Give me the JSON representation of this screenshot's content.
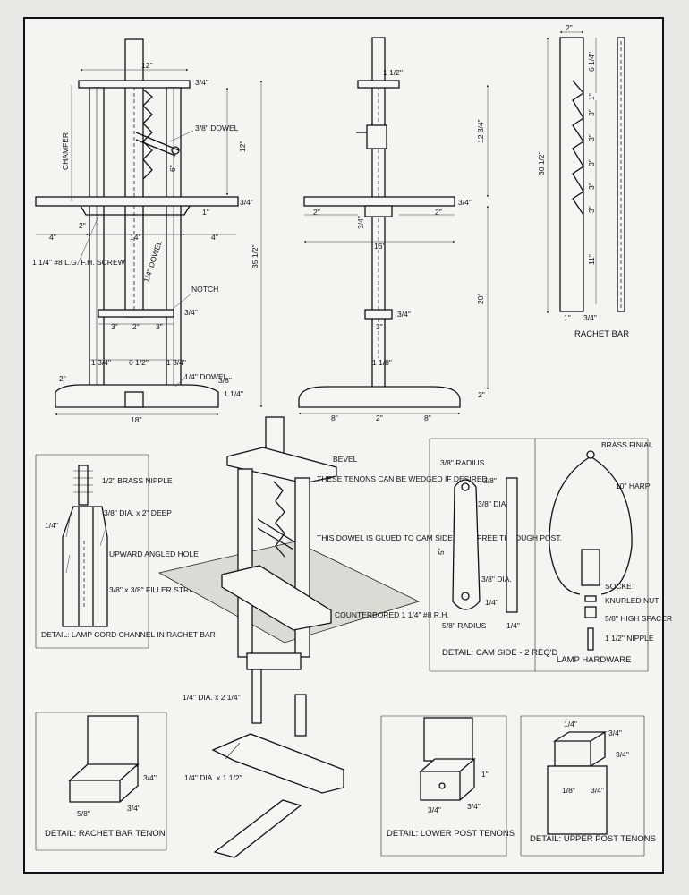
{
  "elevation": {
    "front": {
      "dims": {
        "top_width": "12\"",
        "top_thick": "3/4\"",
        "chamfer": "CHAMFER",
        "dowel": "3/8\" DOWEL",
        "rise": "12\"",
        "step": "6\"",
        "shelf_thick": "3/4\"",
        "shelf_edge": "1\"",
        "left_gap": "2\"",
        "overhang_left": "4\"",
        "inner_width": "14\"",
        "overhang_right": "4\"",
        "overall_height": "35 1/2\"",
        "screw": "1 1/4\" #8 L.G. F.H. SCREW",
        "dowel_small": "1/4\" DOWEL",
        "notch": "NOTCH",
        "notch_h": "3/4\"",
        "span_a": "3\"",
        "span_b": "2\"",
        "span_c": "3\"",
        "post_left": "1 3/4\"",
        "post_span": "6 1/2\"",
        "post_right": "1 3/4\"",
        "base_offset": "2\"",
        "dowel_pin": "1/4\" DOWEL",
        "pin_size": "3/8\"",
        "base_height": "1 1/4\"",
        "base_width": "18\""
      }
    },
    "side": {
      "dims": {
        "bar_width": "1 1/2\"",
        "upper": "12 3/4\"",
        "shelf_thick": "3/4\"",
        "left_edge": "2\"",
        "right_edge": "2\"",
        "shelf_width": "16\"",
        "clamp": "3/4\"",
        "lower": "20\"",
        "collar": "3/4\"",
        "post": "3\"",
        "post_thick": "1 1/8\"",
        "base_height": "2\"",
        "base_left": "8\"",
        "base_mid": "2\"",
        "base_right": "8\""
      }
    },
    "rachet": {
      "caption": "RACHET BAR",
      "dims": {
        "width": "2\"",
        "top": "6 1/4\"",
        "s1": "1\"",
        "s2": "3\"",
        "s3": "3\"",
        "s4": "3\"",
        "s5": "3\"",
        "s6": "3\"",
        "bottom": "11\"",
        "overall": "30 1/2\"",
        "foot_a": "1\"",
        "foot_b": "3/4\""
      }
    }
  },
  "details": {
    "lamp_cord": {
      "brass_nipple": "1/2\" BRASS NIPPLE",
      "bore": "3/8\" DIA. x 2\" DEEP",
      "bore_depth": "1/4\"",
      "upward": "UPWARD ANGLED HOLE",
      "filler": "3/8\" x 3/8\" FILLER STRIP",
      "caption": "DETAIL: LAMP CORD CHANNEL IN RACHET BAR"
    },
    "assembly": {
      "bevel": "BEVEL",
      "tenons_note": "THESE TENONS CAN BE WEDGED IF DESIRED",
      "dowel_note": "THIS DOWEL IS GLUED TO CAM SIDES BUT FREE THROUGH POST.",
      "counterbored": "COUNTERBORED 1 1/4\" #8 R.H.",
      "dowel_a": "1/4\" DIA. x 2 1/4\"",
      "dowel_b": "1/4\" DIA. x 1 1/2\""
    },
    "cam_side": {
      "radius_top": "3/8\" RADIUS",
      "hole_top": "3/8\" DIA.",
      "hole_top_off": "3/8\"",
      "length": "5\"",
      "hole_bottom": "3/8\" DIA.",
      "hole_bottom_off": "1/4\"",
      "radius_bottom": "5/8\" RADIUS",
      "thickness": "1/4\"",
      "caption": "DETAIL: CAM SIDE - 2 REQ'D"
    },
    "lamp_hardware": {
      "finial": "BRASS FINIAL",
      "harp": "10\" HARP",
      "socket": "SOCKET",
      "knurled": "KNURLED NUT",
      "spacer": "5/8\" HIGH SPACER",
      "nipple": "1 1/2\" NIPPLE",
      "caption": "LAMP HARDWARE"
    },
    "rachet_tenon": {
      "dim_h": "3/4\"",
      "dim_a": "5/8\"",
      "dim_b": "3/4\"",
      "caption": "DETAIL: RACHET BAR TENON"
    },
    "lower_tenon": {
      "dim_h": "1\"",
      "dim_a": "3/4\"",
      "dim_b": "3/4\"",
      "caption": "DETAIL: LOWER POST TENONS"
    },
    "upper_tenon": {
      "dim_a": "1/4\"",
      "dim_b": "3/4\"",
      "dim_c": "3/4\"",
      "dim_d": "1/8\"",
      "dim_e": "3/4\"",
      "caption": "DETAIL: UPPER POST TENONS"
    }
  }
}
